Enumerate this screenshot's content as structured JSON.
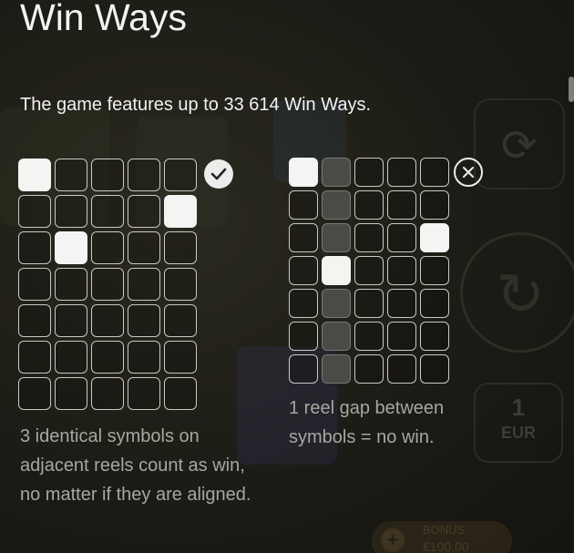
{
  "page": {
    "title": "Win Ways"
  },
  "intro": "The game features up to 33 614 Win Ways.",
  "examples": [
    {
      "id": "win",
      "result_icon": "checkmark-icon",
      "columns": 5,
      "rows": 7,
      "highlighted": [
        [
          0,
          0
        ],
        [
          1,
          2
        ],
        [
          4,
          1
        ]
      ],
      "gap_reel": null,
      "caption": "3 identical symbols on adjacent reels count as win, no matter if they are aligned."
    },
    {
      "id": "no-win",
      "result_icon": "cross-circle-icon",
      "columns": 5,
      "rows": 7,
      "highlighted": [
        [
          0,
          0
        ],
        [
          4,
          2
        ],
        [
          1,
          3
        ]
      ],
      "gap_reel": 1,
      "caption": "1 reel gap between symbols = no win."
    }
  ],
  "background": {
    "bet_value": "1",
    "bet_currency": "EUR",
    "bonus_label": "BONUS",
    "bonus_amount": "€100.00"
  },
  "colors": {
    "highlight": "#f4f4f2",
    "gap_reel": "#4a4a46",
    "cell_border": "#c9c9c4",
    "caption": "#a7a7a1"
  }
}
